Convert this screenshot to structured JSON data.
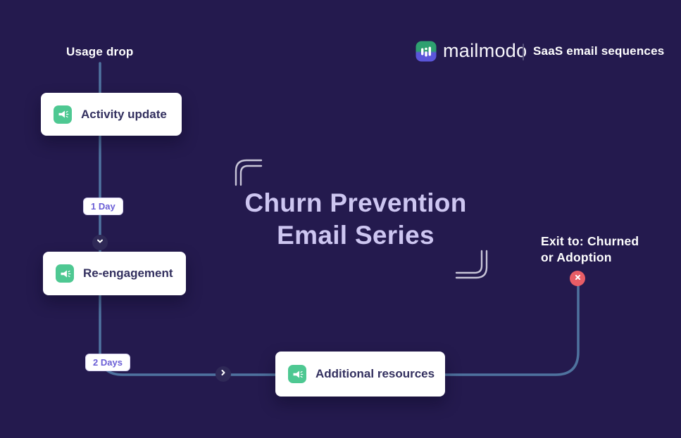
{
  "header": {
    "brand": "mailmodo",
    "divider": "|",
    "tagline": "SaaS email sequences",
    "logo_icon": "mailmodo-logo"
  },
  "title": {
    "line1": "Churn Prevention",
    "line2": "Email Series"
  },
  "entry": {
    "label": "Usage drop"
  },
  "nodes": [
    {
      "label": "Activity update",
      "icon": "megaphone-icon"
    },
    {
      "label": "Re-engagement",
      "icon": "megaphone-icon"
    },
    {
      "label": "Additional resources",
      "icon": "megaphone-icon"
    }
  ],
  "delays": [
    {
      "label": "1 Day"
    },
    {
      "label": "2 Days"
    }
  ],
  "connector_markers": [
    {
      "icon": "chevron-down-icon"
    },
    {
      "icon": "chevron-right-icon"
    }
  ],
  "exit": {
    "line1": "Exit to: Churned",
    "line2": "or Adoption",
    "icon": "x-icon"
  },
  "colors": {
    "background": "#241a4e",
    "connector_line": "#4f739f",
    "node_icon_green": "#4ec892",
    "badge_text_purple": "#6a5ed6",
    "exit_red": "#e85d66",
    "title_lavender": "#cdc6f1",
    "logo_green": "#2ea070",
    "logo_indigo": "#5a55d9",
    "bracket_gray": "#c8c5d7"
  }
}
